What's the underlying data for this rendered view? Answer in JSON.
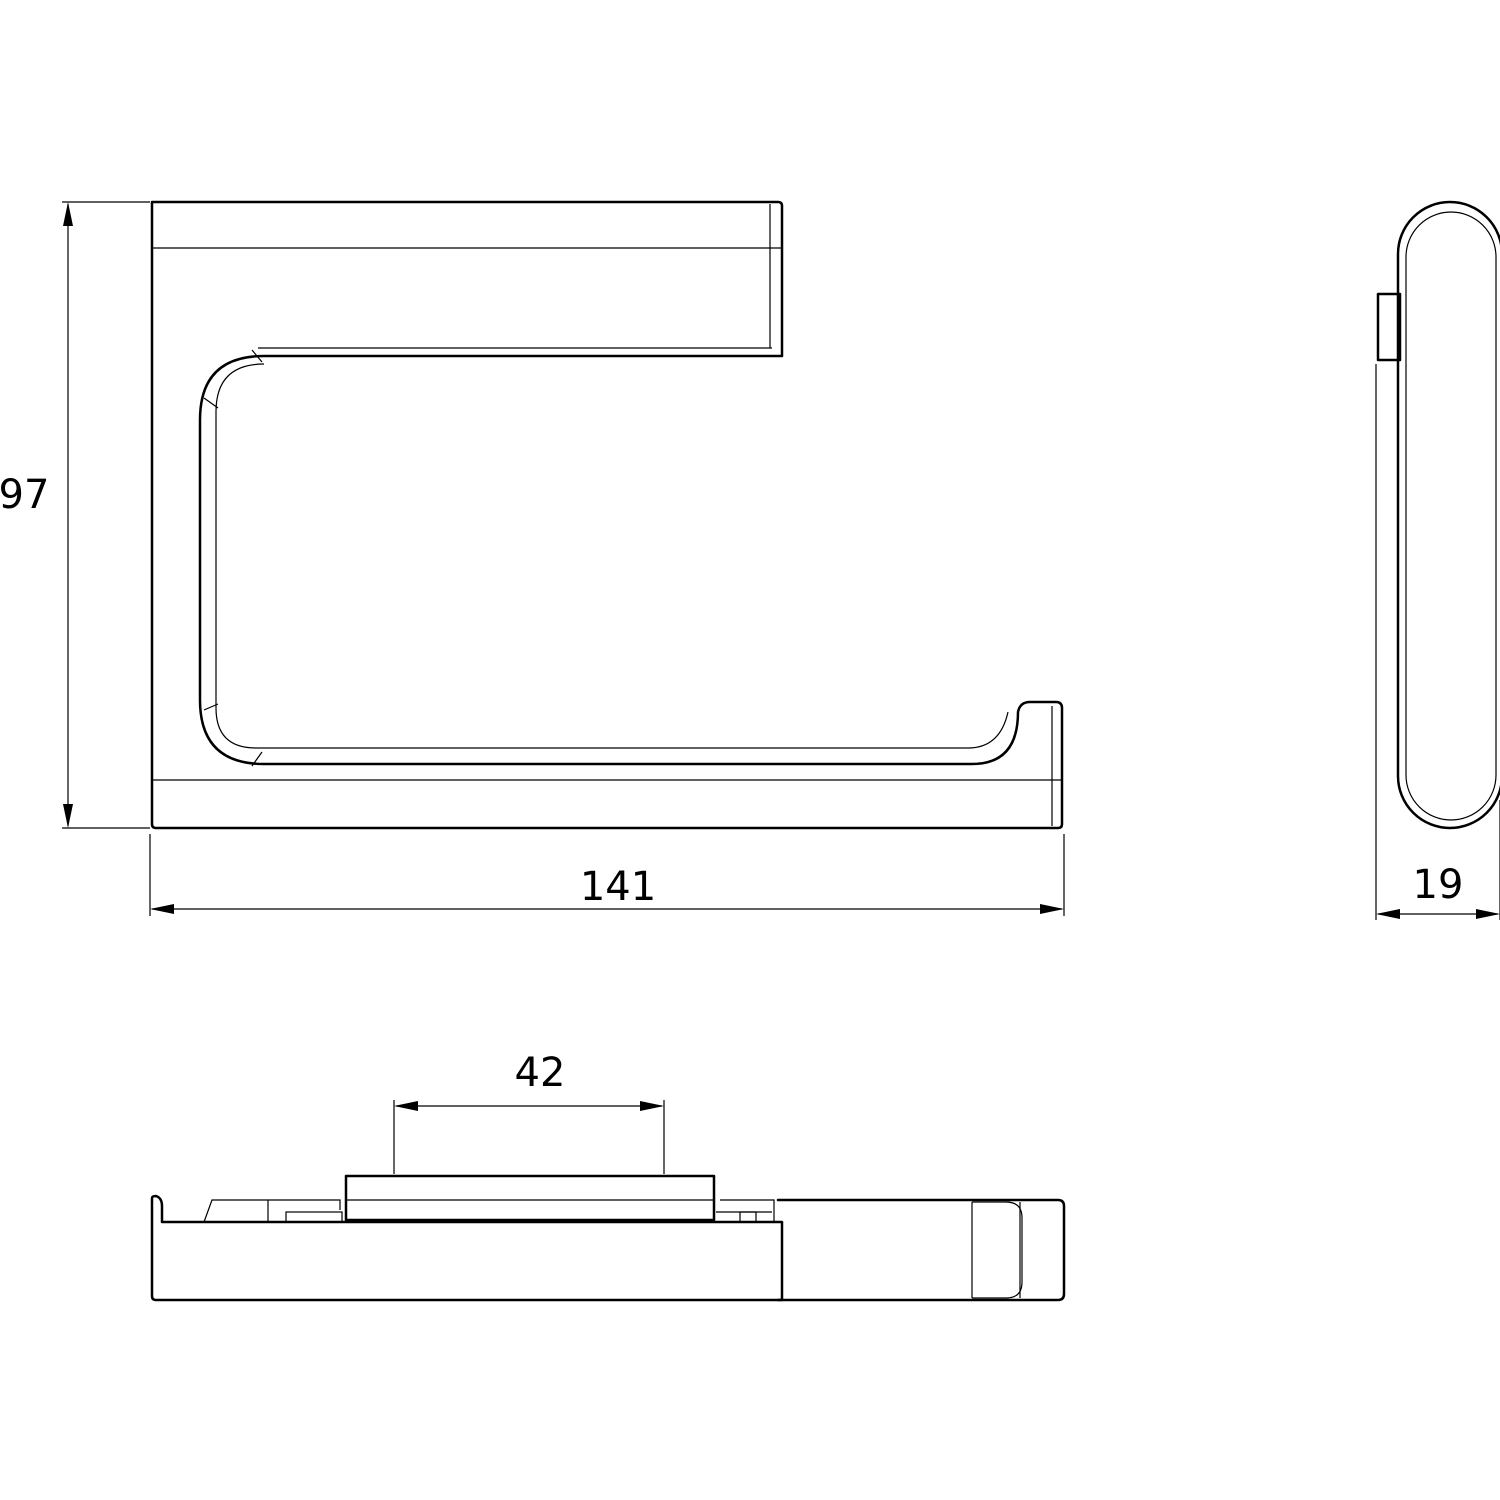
{
  "dimensions": {
    "height": "97",
    "width": "141",
    "depth": "19",
    "spacing": "42"
  }
}
